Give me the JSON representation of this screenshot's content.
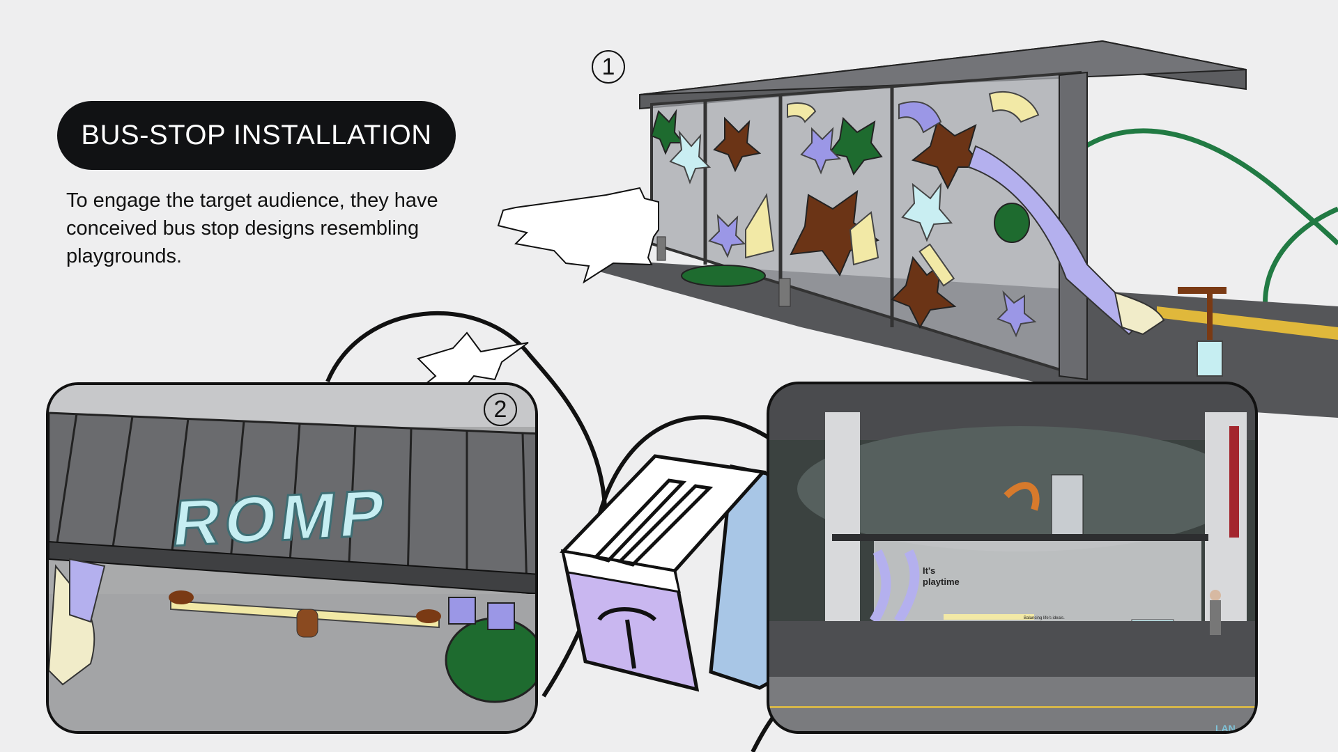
{
  "slide": {
    "title": "BUS-STOP INSTALLATION",
    "description": "To engage the target audience, they have conceived bus stop designs resembling playgrounds."
  },
  "markers": {
    "view_1": "1",
    "view_2": "2"
  },
  "detail_view": {
    "sign_text": "ROMP"
  },
  "photo_view": {
    "panel_text": "It's\nplaytime",
    "seesaw_text": "Balancing life's ideals.",
    "watermark": "LAN"
  },
  "colors": {
    "background": "#eeeeef",
    "title_pill": "#111214",
    "green": "#1f7a3a",
    "purple": "#9b97e6",
    "brown": "#7a3a14",
    "yellow": "#f2e9a6",
    "cyan": "#c6eef2",
    "toaster_blue": "#a8c6e6",
    "toaster_purple": "#c9b7f0"
  },
  "icons": [
    "burst-shape",
    "toaster-icon",
    "star-shapes"
  ]
}
